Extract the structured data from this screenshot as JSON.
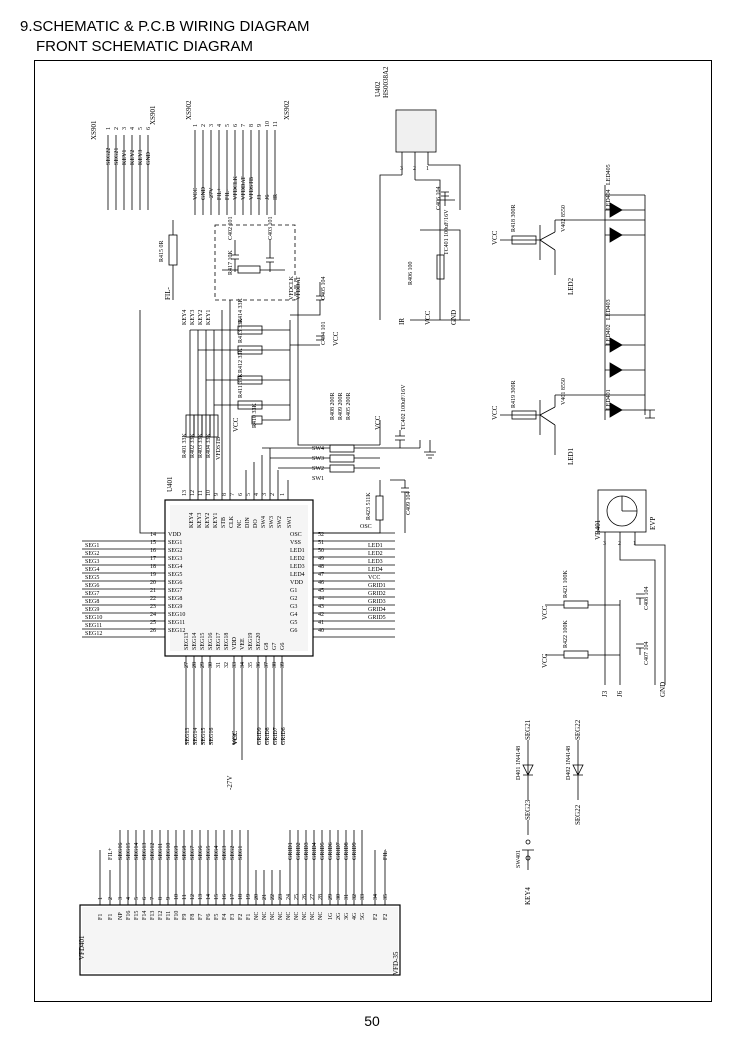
{
  "header": {
    "line1": "9.SCHEMATIC & P.C.B WIRING DIAGRAM",
    "line2": "FRONT SCHEMATIC DIAGRAM"
  },
  "page_number": "50",
  "ic": {
    "ref": "U401",
    "pins_top": [
      "13",
      "12",
      "11",
      "10",
      "9",
      "8",
      "7",
      "6",
      "5",
      "4",
      "3",
      "2",
      "1"
    ],
    "pins_top_names": [
      "KEY4",
      "KEY3",
      "KEY2",
      "KEY1",
      "STB",
      "CLK",
      "NC",
      "DIN",
      "DO",
      "SW4",
      "SW3",
      "SW2",
      "SW1"
    ],
    "pins_left": [
      "14",
      "15",
      "16",
      "17",
      "18",
      "19",
      "20",
      "21",
      "22",
      "23",
      "24",
      "25",
      "26"
    ],
    "pins_left_names": [
      "VDD",
      "SEG1",
      "SEG2",
      "SEG3",
      "SEG4",
      "SEG5",
      "SEG6",
      "SEG7",
      "SEG8",
      "SEG9",
      "SEG10",
      "SEG11",
      "SEG12"
    ],
    "left_nets": [
      "SEG1",
      "SEG2",
      "SEG3",
      "SEG4",
      "SEG5",
      "SEG6",
      "SEG7",
      "SEG8",
      "SEG9",
      "SEG10",
      "SEG11",
      "SEG12"
    ],
    "pins_right": [
      "52",
      "51",
      "50",
      "49",
      "48",
      "47",
      "46",
      "45",
      "44",
      "43",
      "42",
      "41",
      "40"
    ],
    "pins_right_names": [
      "OSC",
      "VSS",
      "LED1",
      "LED2",
      "LED3",
      "LED4",
      "VDD",
      "G1",
      "G2",
      "G3",
      "G4",
      "G5",
      "G6"
    ],
    "right_nets": [
      "LED1",
      "LED2",
      "LED3",
      "LED4",
      "VCC",
      "GRID1",
      "GRID2",
      "GRID3",
      "GRID4",
      "GRID5"
    ],
    "pins_bottom": [
      "27",
      "28",
      "29",
      "30",
      "31",
      "32",
      "33",
      "34",
      "35",
      "36",
      "37",
      "38",
      "39"
    ],
    "pins_bottom_names": [
      "SEG13",
      "SEG14",
      "SEG15",
      "SEG16",
      "SEG17",
      "SEG18",
      "VDD",
      "VEE",
      "SEG19",
      "SEG20",
      "G8",
      "G7",
      "G6"
    ],
    "bottom_nets": [
      "SEG13",
      "SEG14",
      "SEG15",
      "SEG16",
      "VCC",
      "GRID9",
      "GRID8",
      "GRID7",
      "GRID6"
    ]
  },
  "connectors": {
    "xs901": {
      "ref": "XS901",
      "pins": [
        "1",
        "2",
        "3",
        "4",
        "5",
        "6"
      ],
      "nets": [
        "SEG22",
        "SEG21",
        "KEY1",
        "KEY2",
        "KEY3",
        "GND"
      ]
    },
    "xs902": {
      "ref": "XS902",
      "pins": [
        "1",
        "2",
        "3",
        "4",
        "5",
        "6",
        "7",
        "8",
        "9",
        "10",
        "11"
      ],
      "nets": [
        "VCC",
        "GND",
        "-27V",
        "FIL+",
        "FIL-",
        "VFDCLK",
        "VFDDAT",
        "VFDSTB",
        "J3",
        "J6",
        "IR"
      ]
    }
  },
  "vfd": {
    "ref": "VFD401",
    "model": "VFD-35",
    "pins": [
      "1",
      "2",
      "3",
      "4",
      "5",
      "6",
      "7",
      "8",
      "9",
      "10",
      "11",
      "12",
      "13",
      "14",
      "15",
      "16",
      "17",
      "18",
      "19",
      "20",
      "21",
      "22",
      "23",
      "24",
      "25",
      "26",
      "27",
      "28",
      "29",
      "30",
      "31",
      "32",
      "33",
      "34",
      "35"
    ],
    "pin_names": [
      "F1",
      "F1",
      "NP",
      "F16",
      "F15",
      "F14",
      "F13",
      "F12",
      "F11",
      "F10",
      "F9",
      "F8",
      "F7",
      "F6",
      "F5",
      "F4",
      "F3",
      "F2",
      "F1",
      "NC",
      "NC",
      "NC",
      "NC",
      "NC",
      "NC",
      "NC",
      "NC",
      "NC",
      "1G",
      "2G",
      "3G",
      "4G",
      "5G",
      "F2",
      "F2"
    ],
    "nets": [
      "FIL+",
      "SEG16",
      "SEG15",
      "SEG14",
      "SEG13",
      "SEG12",
      "SEG11",
      "SEG10",
      "SEG9",
      "SEG8",
      "SEG7",
      "SEG6",
      "SEG5",
      "SEG4",
      "SEG3",
      "SEG2",
      "SEG1",
      "GRID1",
      "GRID2",
      "GRID3",
      "GRID4",
      "GRID5",
      "GRID6",
      "GRID7",
      "GRID8",
      "GRID9",
      "FIL-"
    ]
  },
  "ir": {
    "ref": "U402",
    "model": "HS0038A2",
    "pins": [
      "3",
      "2",
      "1"
    ]
  },
  "vr": {
    "ref": "VR401",
    "model": "EVP",
    "pins": [
      "3",
      "2",
      "1"
    ]
  },
  "resistors": [
    {
      "ref": "R415",
      "value": "0R"
    },
    {
      "ref": "R417",
      "value": "10K"
    },
    {
      "ref": "R414",
      "value": "33K"
    },
    {
      "ref": "R413",
      "value": "33K"
    },
    {
      "ref": "R412",
      "value": "33K"
    },
    {
      "ref": "R411",
      "value": "33K"
    },
    {
      "ref": "R410",
      "value": "33K"
    },
    {
      "ref": "R401",
      "value": "33K"
    },
    {
      "ref": "R402",
      "value": "33K"
    },
    {
      "ref": "R403",
      "value": "33K"
    },
    {
      "ref": "R404",
      "value": "33K"
    },
    {
      "ref": "R408",
      "value": "200R"
    },
    {
      "ref": "R409",
      "value": "200R"
    },
    {
      "ref": "R405",
      "value": "200R"
    },
    {
      "ref": "R406",
      "value": "100"
    },
    {
      "ref": "R418",
      "value": "300R"
    },
    {
      "ref": "R419",
      "value": "300R"
    },
    {
      "ref": "R421",
      "value": "100K"
    },
    {
      "ref": "R422",
      "value": "100K"
    },
    {
      "ref": "R423",
      "value": "511K"
    }
  ],
  "capacitors": [
    {
      "ref": "C402",
      "value": "101"
    },
    {
      "ref": "C403",
      "value": "101"
    },
    {
      "ref": "C404",
      "value": "101"
    },
    {
      "ref": "C405",
      "value": "104"
    },
    {
      "ref": "C406",
      "value": "104"
    },
    {
      "ref": "C407",
      "value": "104"
    },
    {
      "ref": "C408",
      "value": "104"
    },
    {
      "ref": "C409",
      "value": "104"
    },
    {
      "ref": "TC401",
      "value": "100uF/16V"
    },
    {
      "ref": "TC402",
      "value": "100uF/16V"
    }
  ],
  "transistors": [
    {
      "ref": "V401",
      "model": "8550"
    },
    {
      "ref": "V402",
      "model": "8550"
    }
  ],
  "leds": [
    "LED401",
    "LED402",
    "LED403",
    "LED404",
    "LED405"
  ],
  "diodes": [
    {
      "ref": "D401",
      "model": "1N4148"
    },
    {
      "ref": "D402",
      "model": "1N4148"
    }
  ],
  "switch": {
    "ref": "SW401"
  },
  "net_labels": {
    "vcc": "VCC",
    "gnd": "GND",
    "m27v": "-27V",
    "film": "FIL-",
    "ir": "IR",
    "j3": "J3",
    "j6": "J6",
    "led1": "LED1",
    "led2": "LED2",
    "key4": "KEY4",
    "seg23": "SEG23",
    "seg22": "SEG22",
    "seg21": "SEG21",
    "vfdclk": "VFDCLK",
    "vfddat": "VFDDAT",
    "vfdstb": "VFDSTB",
    "key1": "KEY1",
    "key2": "KEY2",
    "key3": "KEY3",
    "sw1": "SW1",
    "sw2": "SW2",
    "sw3": "SW3",
    "sw4": "SW4"
  }
}
